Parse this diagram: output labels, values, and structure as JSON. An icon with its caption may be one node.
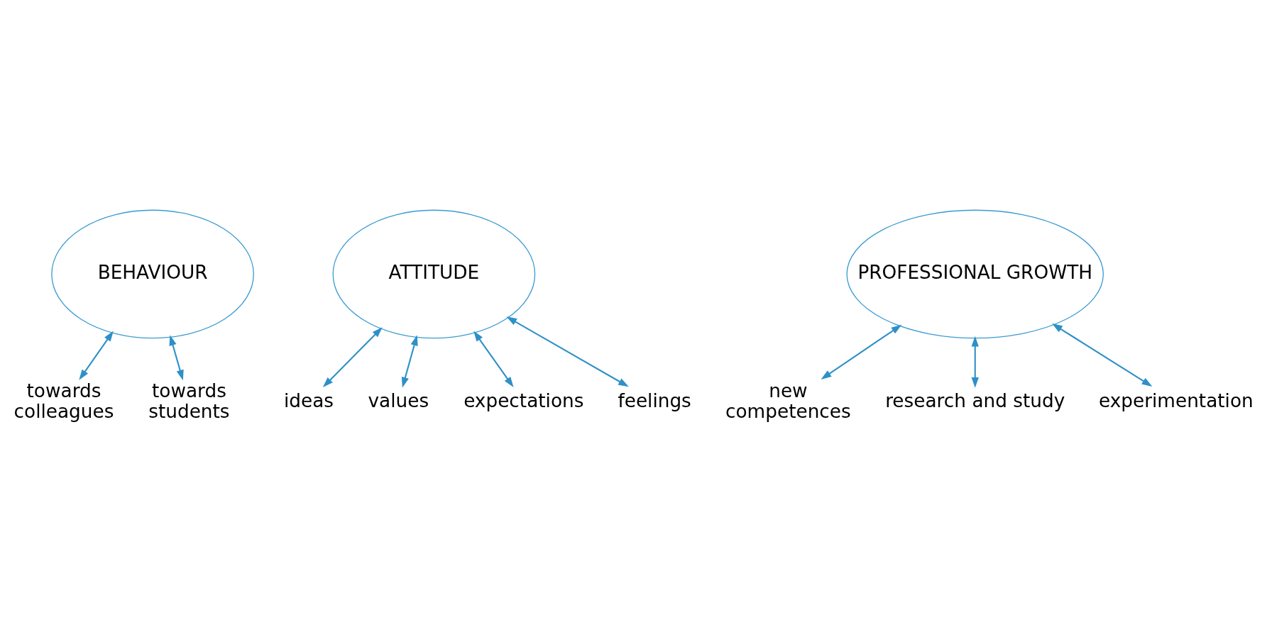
{
  "diagram": {
    "nodes": [
      {
        "text": [
          "BEHAVIOUR"
        ]
      },
      {
        "text": [
          "ATTITUDE"
        ]
      },
      {
        "text": [
          "PROFESSIONAL GROWTH"
        ]
      },
      {
        "text": [
          "ideas"
        ]
      },
      {
        "text": [
          "values"
        ]
      },
      {
        "text": [
          "expectations"
        ]
      },
      {
        "text": [
          "feelings"
        ]
      },
      {
        "text": [
          "towards colleagues"
        ]
      },
      {
        "text": [
          "towards students"
        ]
      },
      {
        "text": [
          "new competences"
        ]
      },
      {
        "text": [
          "research and study"
        ]
      },
      {
        "text": [
          "experimentation"
        ]
      }
    ],
    "edges": [
      {
        "from": 1,
        "to": 3,
        "arrow": "both"
      },
      {
        "from": 1,
        "to": 4,
        "arrow": "both"
      },
      {
        "from": 1,
        "to": 5,
        "arrow": "both"
      },
      {
        "from": 1,
        "to": 6,
        "arrow": "both"
      },
      {
        "from": 0,
        "to": 7,
        "arrow": "both"
      },
      {
        "from": 0,
        "to": 8,
        "arrow": "both"
      },
      {
        "from": 2,
        "to": 9,
        "arrow": "both"
      },
      {
        "from": 2,
        "to": 10,
        "arrow": "both"
      },
      {
        "from": 2,
        "to": 11,
        "arrow": "both"
      }
    ]
  }
}
